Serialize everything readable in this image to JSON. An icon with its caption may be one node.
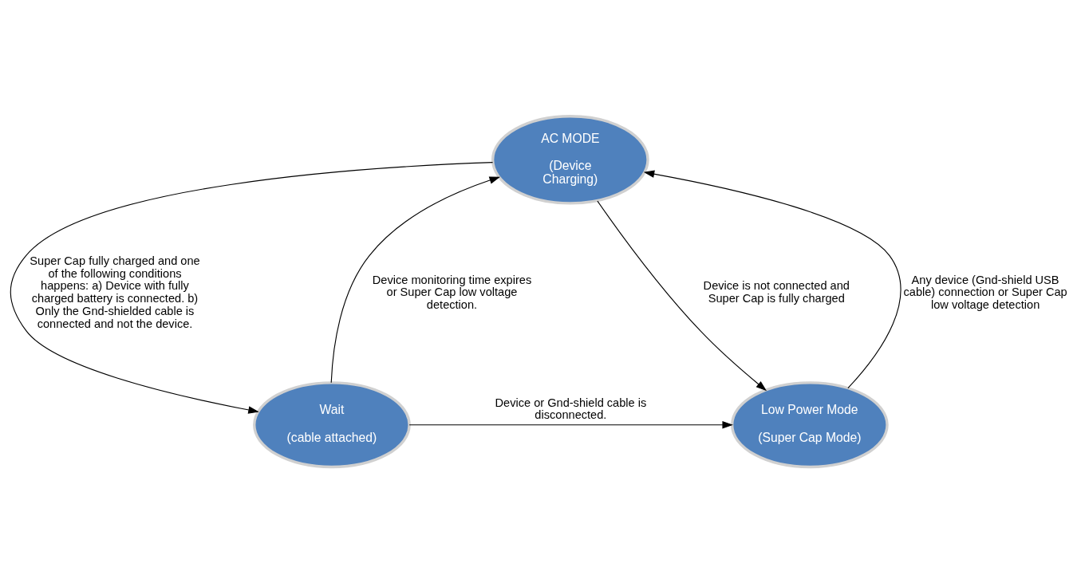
{
  "diagram": {
    "nodes": [
      {
        "text": [
          "AC MODE",
          "(Device Charging)"
        ]
      },
      {
        "text": [
          "Low Power Mode",
          "(Super Cap Mode)"
        ]
      },
      {
        "text": [
          "Wait",
          "(cable attached)"
        ]
      }
    ],
    "edges": [
      {
        "from": 0,
        "to": 1,
        "arrow": "to",
        "label": "Device is not connected and Super Cap is fully charged"
      },
      {
        "from": 1,
        "to": 0,
        "arrow": "to",
        "label": "Any device (Gnd-shield USB cable) connection or Super Cap low voltage detection"
      },
      {
        "from": 0,
        "to": 2,
        "arrow": "to",
        "label": "Super Cap fully charged and one of the following conditions happens: a) Device with fully charged battery is connected. b) Only the Gnd-shielded cable is connected and not the device."
      },
      {
        "from": 2,
        "to": 0,
        "arrow": "to",
        "label": "Device monitoring time expires or Super Cap low voltage detection."
      },
      {
        "from": 2,
        "to": 1,
        "arrow": "to",
        "label": "Device or Gnd-shield cable is disconnected."
      }
    ]
  }
}
